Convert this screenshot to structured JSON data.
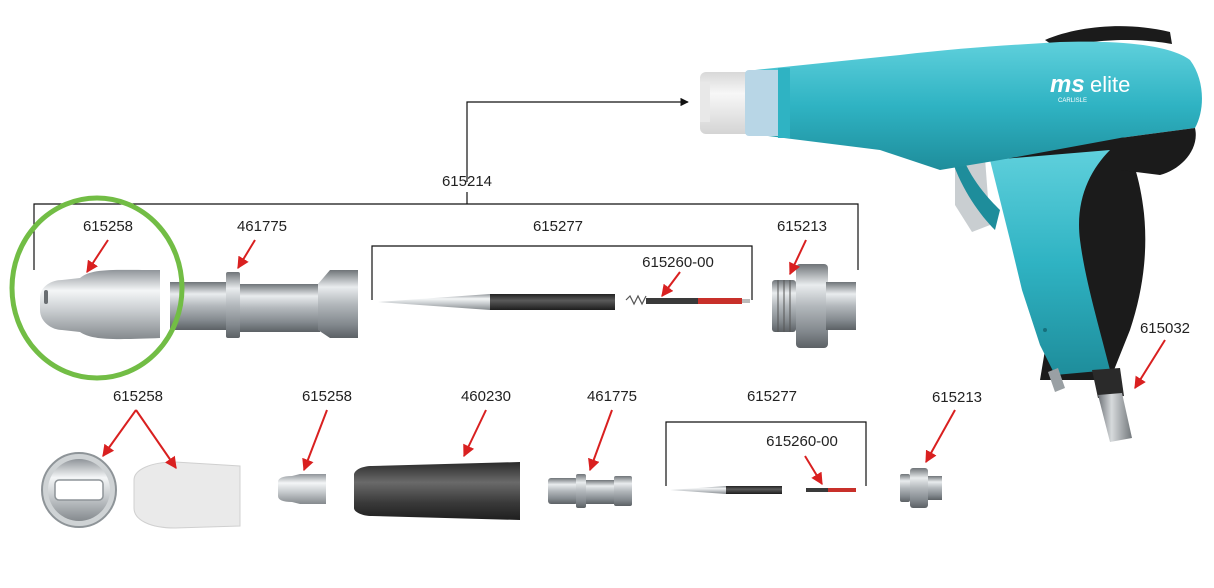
{
  "labels": {
    "assembly": "615214",
    "top_nozzle": "615258",
    "top_adapter": "461775",
    "top_electrode_kit": "615277",
    "top_electrode_spring": "615260-00",
    "top_nut": "615213",
    "hose_fitting": "615032",
    "bottom_deflector": "615258",
    "bottom_small_nozzle": "615258",
    "bottom_extension": "460230",
    "bottom_adapter": "461775",
    "bottom_electrode_kit": "615277",
    "bottom_electrode_spring": "615260-00",
    "bottom_nut": "615213"
  },
  "gun": {
    "brand": "ms",
    "model": "elite",
    "maker": "CARLISLE"
  },
  "colors": {
    "gun_body": "#2fb3c3",
    "gun_dark": "#1b1b1b",
    "leader_arrow": "#d92020",
    "bracket_line": "#111111",
    "highlight_circle": "#72bd45"
  }
}
